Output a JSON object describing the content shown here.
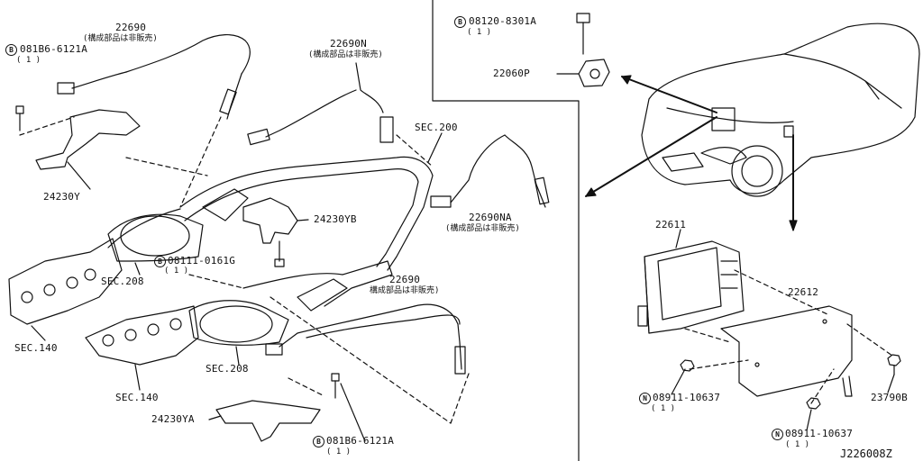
{
  "diagram_code": "J226008Z",
  "parts": {
    "sensor_rear_left": {
      "number": "22690",
      "note": "(構成部品は非販売)"
    },
    "sensor_front_left": {
      "number": "22690N",
      "note": "(構成部品は非販売)"
    },
    "sensor_front_right": {
      "number": "22690NA",
      "note": "(構成部品は非販売)"
    },
    "sensor_rear_right": {
      "number": "22690",
      "note": "構成部品は非販売)"
    },
    "bracket_y": {
      "number": "24230Y"
    },
    "bracket_yb": {
      "number": "24230YB"
    },
    "bracket_ya": {
      "number": "24230YA"
    },
    "knock_sensor": {
      "number": "22060P"
    },
    "ecm": {
      "number": "22611"
    },
    "ecm_bracket": {
      "number": "22612"
    },
    "bolt_ecm": {
      "number": "23790B"
    }
  },
  "fasteners": {
    "bolt_top_left": {
      "prefix": "B",
      "number": "081B6-6121A",
      "qty": "( 1 )"
    },
    "bolt_mid": {
      "prefix": "B",
      "number": "08111-0161G",
      "qty": "( 1 )"
    },
    "bolt_bottom": {
      "prefix": "B",
      "number": "081B6-6121A",
      "qty": "( 1 )"
    },
    "bolt_knock": {
      "prefix": "B",
      "number": "08120-8301A",
      "qty": "( 1 )"
    },
    "nut_left": {
      "prefix": "N",
      "number": "08911-10637",
      "qty": "( 1 )"
    },
    "nut_right": {
      "prefix": "N",
      "number": "08911-10637",
      "qty": "( 1 )"
    }
  },
  "sections": {
    "sec200": "SEC.200",
    "sec208_upper": "SEC.208",
    "sec208_lower": "SEC.208",
    "sec140_upper": "SEC.140",
    "sec140_lower": "SEC.140"
  }
}
